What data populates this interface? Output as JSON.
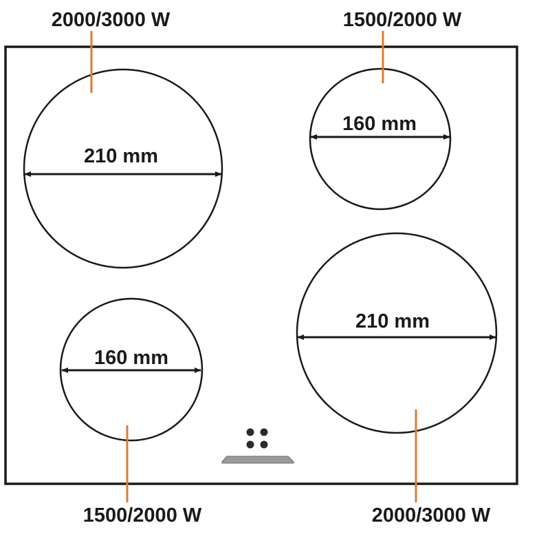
{
  "colors": {
    "outline": "#1a1a1a",
    "leader": "#e07a30",
    "control_bar": "#9a9a9a",
    "control_dot": "#2a2a2a"
  },
  "zones": [
    {
      "id": "top-left",
      "power": "2000/3000 W",
      "diameter": "210 mm"
    },
    {
      "id": "top-right",
      "power": "1500/2000 W",
      "diameter": "160 mm"
    },
    {
      "id": "bottom-left",
      "power": "1500/2000 W",
      "diameter": "160 mm"
    },
    {
      "id": "bottom-right",
      "power": "2000/3000 W",
      "diameter": "210 mm"
    }
  ]
}
